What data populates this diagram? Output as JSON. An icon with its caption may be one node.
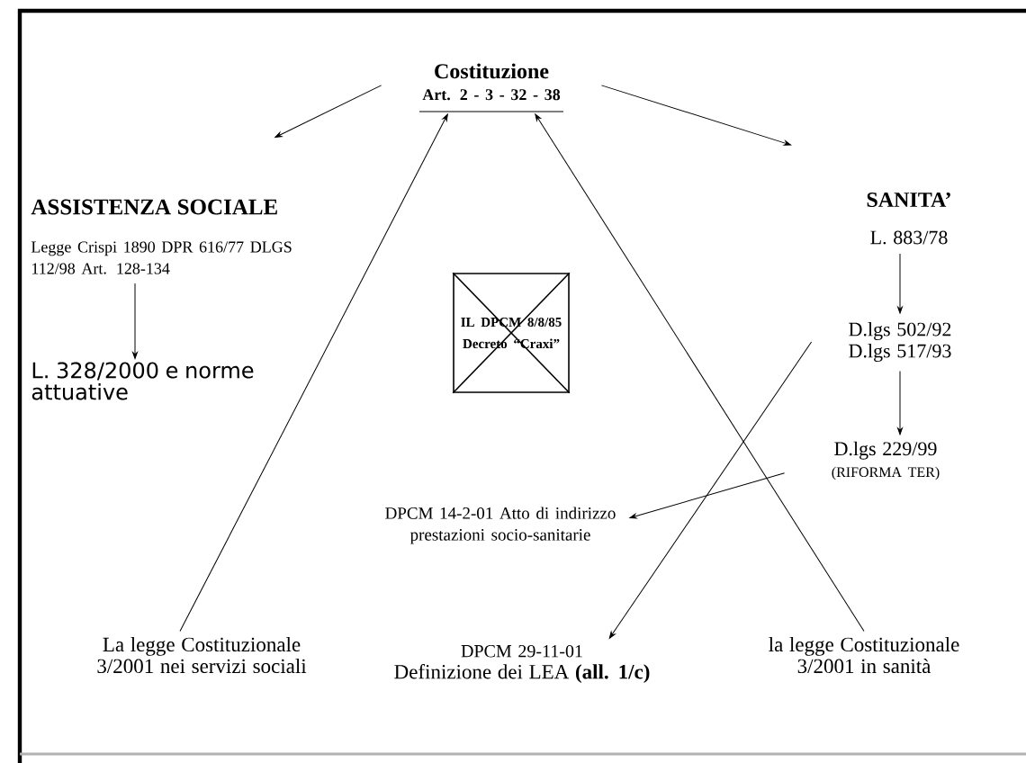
{
  "diagram": {
    "nodes": [
      {
        "text": [
          "Costituzione",
          "Art. 2 - 3 - 32 - 38"
        ]
      },
      {
        "text": [
          "ASSISTENZA  SOCIALE"
        ]
      },
      {
        "text": [
          "Legge Crispi 1890 DPR 616/77 DLGS 112/98 Art. 128-134"
        ]
      },
      {
        "text": [
          "L. 328/2000 e norme attuative"
        ]
      },
      {
        "text": [
          "SANITA’"
        ]
      },
      {
        "text": [
          "L. 883/78"
        ]
      },
      {
        "text": [
          "D.lgs 502/92 D.lgs 517/93"
        ]
      },
      {
        "text": [
          "D.lgs 229/99",
          "(RIFORMA TER)"
        ]
      },
      {
        "text": [
          "IL DPCM 8/8/85 Decreto “Craxi”"
        ]
      },
      {
        "text": [
          "DPCM 14-2-01 Atto di indirizzo prestazioni socio-sanitarie"
        ]
      },
      {
        "text": [
          "La legge Costituzionale 3/2001 nei servizi sociali"
        ]
      },
      {
        "text": [
          "DPCM 29-11-01",
          "Definizione dei LEA **(all. 1/c)**"
        ]
      },
      {
        "text": [
          "la legge Costituzionale 3/2001 in sanità"
        ]
      }
    ],
    "edges": [
      {
        "from": 0,
        "to": 1,
        "arrow": "to"
      },
      {
        "from": 0,
        "to": 4,
        "arrow": "to"
      },
      {
        "from": 2,
        "to": 3,
        "arrow": "to"
      },
      {
        "from": 5,
        "to": 6,
        "arrow": "to"
      },
      {
        "from": 6,
        "to": 7,
        "arrow": "to"
      },
      {
        "from": 7,
        "to": 9,
        "arrow": "to"
      },
      {
        "from": 6,
        "to": 11,
        "arrow": "to"
      },
      {
        "from": 10,
        "to": 0,
        "arrow": "to"
      },
      {
        "from": 12,
        "to": 0,
        "arrow": "to"
      }
    ]
  }
}
